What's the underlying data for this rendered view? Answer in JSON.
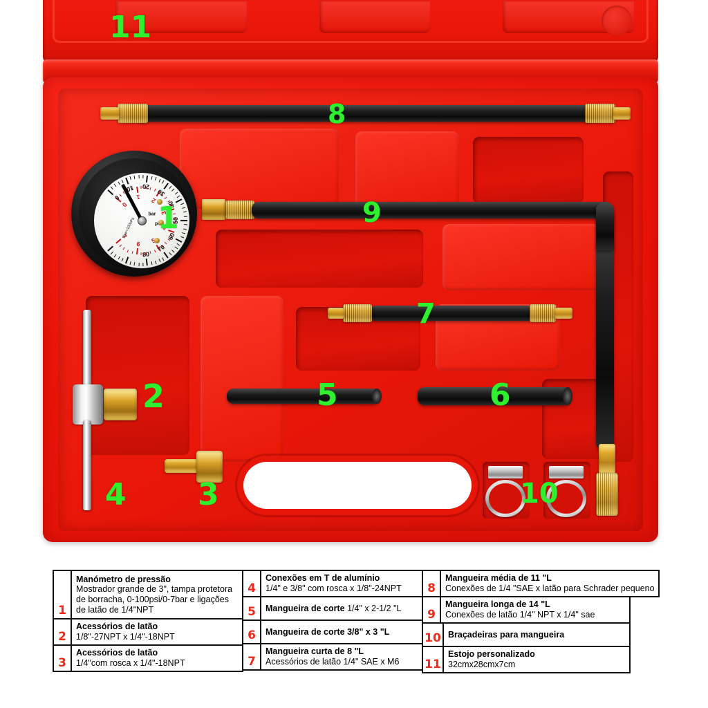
{
  "product": {
    "case": {
      "color": "#e81508",
      "description": "Estojo personalizado vermelho"
    },
    "callouts": [
      {
        "id": "11",
        "label": "11",
        "target": "estojo-personalizado"
      },
      {
        "id": "8",
        "label": "8",
        "target": "mangueira-media-11"
      },
      {
        "id": "1",
        "label": "1",
        "target": "manometro-de-pressao"
      },
      {
        "id": "9",
        "label": "9",
        "target": "mangueira-longa-14"
      },
      {
        "id": "7",
        "label": "7",
        "target": "mangueira-curta-8"
      },
      {
        "id": "2",
        "label": "2",
        "target": "acessorios-de-latao-2"
      },
      {
        "id": "5",
        "label": "5",
        "target": "mangueira-de-corte-14"
      },
      {
        "id": "6",
        "label": "6",
        "target": "mangueira-de-corte-38"
      },
      {
        "id": "4",
        "label": "4",
        "target": "conexoes-em-t"
      },
      {
        "id": "3",
        "label": "3",
        "target": "acessorios-de-latao-3"
      },
      {
        "id": "10",
        "label": "10",
        "target": "bracadeiras-para-mangueira"
      }
    ],
    "gauge": {
      "outer_unit": "psi",
      "inner_unit": "bar",
      "conversion_note": "1bar=100kPa",
      "psi_ticks": [
        "0",
        "10",
        "20",
        "30",
        "40",
        "50",
        "60",
        "70",
        "80"
      ],
      "bar_ticks": [
        "0",
        "1",
        "2",
        "3",
        "4",
        "5",
        "6",
        "7"
      ],
      "psi_range": [
        0,
        100
      ],
      "bar_range": [
        0,
        7
      ],
      "needle_value_psi": "0"
    }
  },
  "spec_table": {
    "columns": [
      {
        "rows": [
          {
            "index": "1",
            "title": "Manómetro de pressão",
            "sub": "Mostrador grande de 3\", tampa protetora de borracha, 0-100psi/0-7bar e ligações de latão de 1/4\"NPT"
          },
          {
            "index": "2",
            "title": "Acessórios de latão",
            "sub": "1/8\"-27NPT x 1/4\"-18NPT"
          },
          {
            "index": "3",
            "title": "Acessórios de latão",
            "sub": "1/4\"com rosca x 1/4\"-18NPT"
          }
        ]
      },
      {
        "rows": [
          {
            "index": "4",
            "title": "Conexões em T de alumínio",
            "sub": "1/4\" e 3/8\" com rosca x 1/8\"-24NPT"
          },
          {
            "index": "5",
            "title": "Mangueira de corte",
            "sub": "1/4\" x 2-1/2 \"L",
            "inline": true
          },
          {
            "index": "6",
            "title": "Mangueira de corte 3/8\" x 3 \"L",
            "sub": ""
          },
          {
            "index": "7",
            "title": "Mangueira curta de 8 \"L",
            "sub": "Acessórios de latão 1/4\" SAE x M6"
          }
        ]
      },
      {
        "rows": [
          {
            "index": "8",
            "title": "Mangueira média de 11 \"L",
            "sub": "Conexões de 1/4 \"SAE x latão para Schrader pequeno"
          },
          {
            "index": "9",
            "title": "Mangueira longa de 14 \"L",
            "sub": "Conexões de latão 1/4\" NPT x 1/4\" sae"
          },
          {
            "index": "10",
            "title": "Braçadeiras para mangueira",
            "sub": ""
          },
          {
            "index": "11",
            "title": "Estojo personalizado",
            "sub": "32cmx28cmx7cm"
          }
        ]
      }
    ]
  }
}
